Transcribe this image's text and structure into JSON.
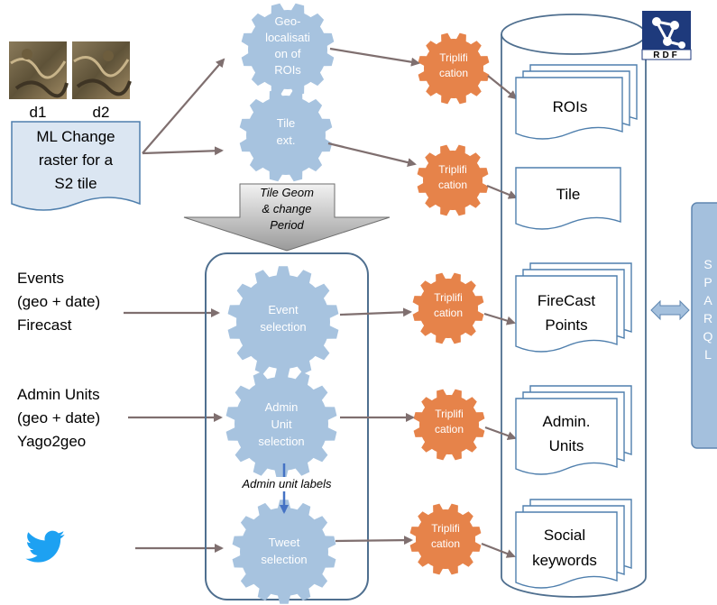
{
  "inputs": {
    "img1_label": "d1",
    "img2_label": "d2",
    "raster": [
      "ML Change",
      "raster for a",
      "S2 tile"
    ],
    "events": [
      "Events",
      "(geo + date)",
      "Firecast"
    ],
    "admin": [
      "Admin Units",
      "(geo + date)",
      "Yago2geo"
    ]
  },
  "gears": {
    "geoloc": [
      "Geo-",
      "localisati",
      "on of",
      "ROIs"
    ],
    "tile": [
      "Tile",
      "ext."
    ],
    "event": [
      "Event",
      "selection"
    ],
    "admin": [
      "Admin",
      "Unit",
      "selection"
    ],
    "tweet": [
      "Tweet",
      "selection"
    ]
  },
  "triplification": [
    "Triplifi",
    "cation"
  ],
  "big_arrow": [
    "Tile Geom",
    "& change",
    "Period"
  ],
  "admin_unit_labels": "Admin unit labels",
  "outputs": {
    "rois": [
      "ROIs"
    ],
    "tile": [
      "Tile"
    ],
    "firecast": [
      "FireCast",
      "Points"
    ],
    "admin": [
      "Admin.",
      "Units"
    ],
    "social": [
      "Social",
      "keywords"
    ]
  },
  "rdf_logo_text": "RDF",
  "sparql": [
    "S",
    "P",
    "A",
    "R",
    "Q",
    "L"
  ],
  "icons": [
    "twitter-bird-icon",
    "rdf-logo-icon"
  ],
  "colors": {
    "gear_blue": "#a7c3df",
    "gear_orange": "#e6834a",
    "doc_fill": "#dbe6f2",
    "doc_stroke": "#4f7fad",
    "sparql_fill": "#a4c0dd",
    "twitter": "#1da1f2",
    "arrow": "#7f6f6f"
  }
}
